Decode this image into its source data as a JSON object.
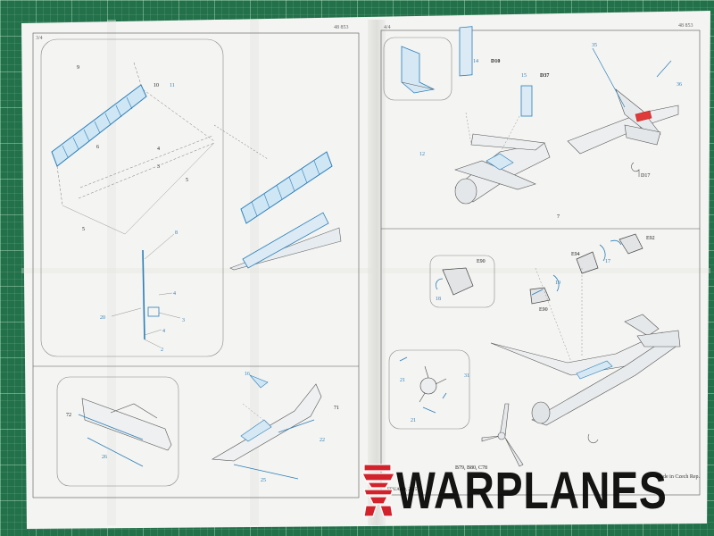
{
  "sheet": {
    "left_page": {
      "page_num": "3/4",
      "sheet_code": "48 853"
    },
    "right_page": {
      "page_num": "4/4",
      "sheet_code": "48 853"
    }
  },
  "labels": {
    "l9": "9",
    "l10": "10",
    "l11": "11",
    "l6": "6",
    "l4": "4",
    "l3": "3",
    "l5": "5",
    "l8": "8",
    "l20": "20",
    "l2": "2",
    "l16": "16",
    "l71": "71",
    "l72": "72",
    "l26": "26",
    "l22": "22",
    "l25": "25",
    "l14": "14",
    "d10": "D10",
    "l15": "15",
    "d37": "D37",
    "l12": "12",
    "l7": "7",
    "l35": "35",
    "l36": "36",
    "d17": "D17",
    "e92": "E92",
    "e94": "E94",
    "e90a": "E90",
    "e90b": "E90",
    "l17": "17",
    "l18": "18",
    "l19": "19",
    "l21": "21",
    "l31": "31",
    "prop": "B79, B80, C78"
  },
  "footer": {
    "left": "EDUARD, 2015",
    "right": "Made in Czech Rep."
  },
  "watermark": {
    "text": "WARPLANES",
    "logo_icon": "red-jet-logo-icon"
  },
  "colors": {
    "accent": "#2a7fb8",
    "paper": "#f4f4f2",
    "mat": "#22714a",
    "logo": "#d2222b"
  }
}
